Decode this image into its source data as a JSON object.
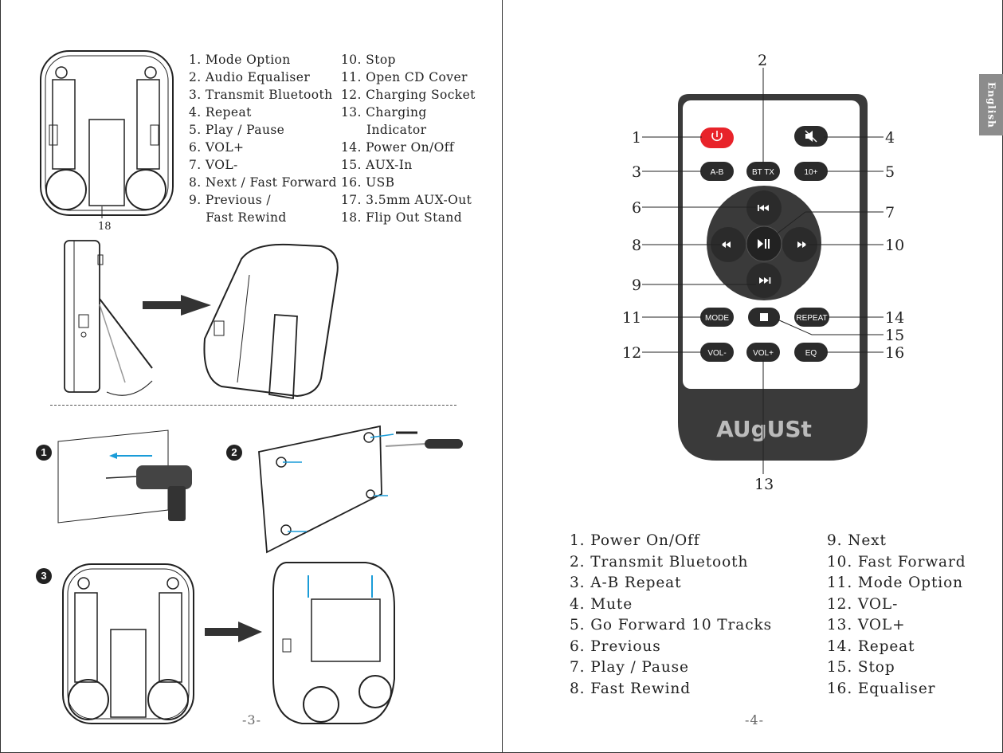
{
  "left_page": {
    "list_col1": [
      "1. Mode Option",
      "2. Audio Equaliser",
      "3. Transmit Bluetooth",
      "4. Repeat",
      "5. Play / Pause",
      "6. VOL+",
      "7. VOL-",
      "8. Next / Fast Forward",
      "9. Previous /",
      "    Fast Rewind"
    ],
    "list_col2": [
      "10. Stop",
      "11. Open CD Cover",
      "12. Charging Socket",
      "13. Charging",
      "      Indicator",
      "14. Power On/Off",
      "15. AUX-In",
      "16. USB",
      "17. 3.5mm AUX-Out",
      "18. Flip Out Stand"
    ],
    "stand_label": "18",
    "step_numbers": [
      "1",
      "2",
      "3"
    ],
    "page_number": "-3-"
  },
  "right_page": {
    "language_tab": "English",
    "callouts": [
      "1",
      "2",
      "3",
      "4",
      "5",
      "6",
      "7",
      "8",
      "9",
      "10",
      "11",
      "12",
      "13",
      "14",
      "15",
      "16"
    ],
    "remote": {
      "buttons": {
        "ab": "A-B",
        "bttx": "BT TX",
        "ten_plus": "10+",
        "mode": "MODE",
        "repeat": "REPEAT",
        "vol_minus": "VOL-",
        "vol_plus": "VOL+",
        "eq": "EQ"
      },
      "brand": "AUgUSt",
      "colors": {
        "body": "#3a3a3a",
        "face": "#ffffff",
        "power": "#e8232a",
        "button": "#2b2b2b"
      }
    },
    "list_col1": [
      "1. Power On/Off",
      "2. Transmit Bluetooth",
      "3. A-B Repeat",
      "4. Mute",
      "5. Go Forward 10 Tracks",
      "6. Previous",
      "7. Play / Pause",
      "8. Fast Rewind"
    ],
    "list_col2": [
      "9. Next",
      "10. Fast Forward",
      "11. Mode Option",
      "12. VOL-",
      "13. VOL+",
      "14. Repeat",
      "15. Stop",
      "16. Equaliser"
    ],
    "page_number": "-4-"
  }
}
